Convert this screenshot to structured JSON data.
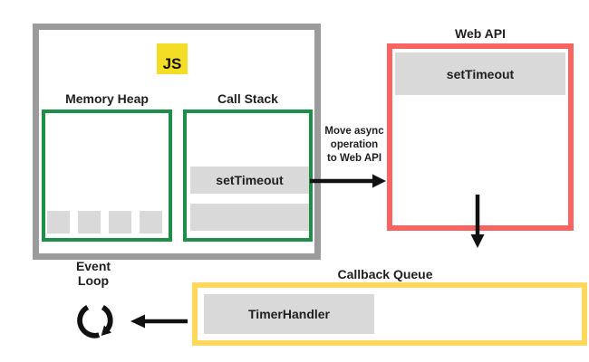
{
  "colors": {
    "container-gray": "#9b9b9b",
    "box-green": "#1d8f47",
    "box-red": "#f96460",
    "box-yellow": "#fdd85d",
    "js-yellow": "#f3dd25",
    "bar-gray": "#d9d9d9",
    "arrow-black": "#111111",
    "text-black": "#1f1f1f"
  },
  "runtime": {
    "logo_text": "JS",
    "memory_heap_label": "Memory Heap",
    "call_stack_label": "Call Stack",
    "call_stack_frame": "setTimeout"
  },
  "web_api": {
    "label": "Web API",
    "item": "setTimeout"
  },
  "callback_queue": {
    "label": "Callback Queue",
    "item": "TimerHandler"
  },
  "event_loop": {
    "line1": "Event",
    "line2": "Loop"
  },
  "annotation": {
    "line1": "Move async",
    "line2": "operation",
    "line3": "to Web API"
  }
}
